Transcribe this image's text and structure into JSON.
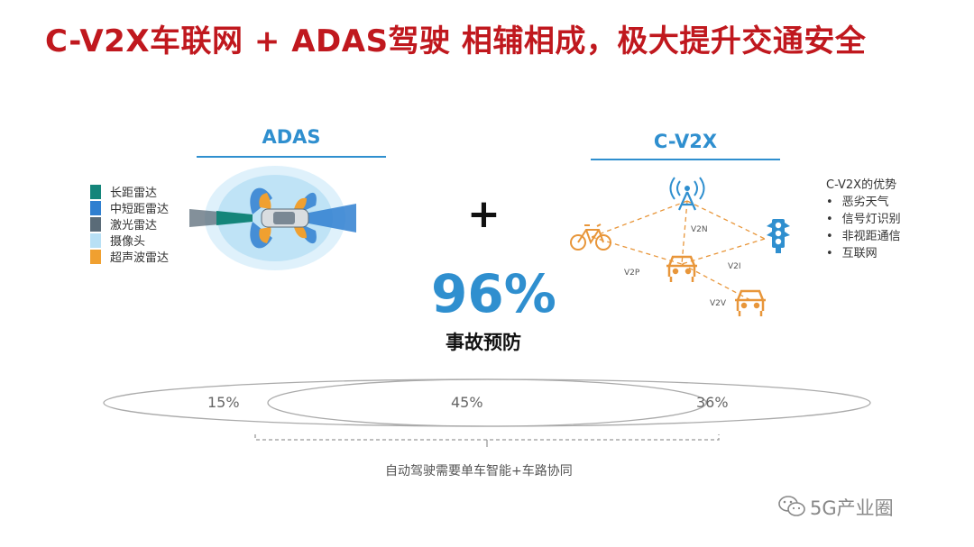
{
  "title": "C-V2X车联网 + ADAS驾驶 相辅相成，极大提升交通安全",
  "adas": {
    "heading": "ADAS",
    "legend": [
      {
        "label": "长距雷达",
        "color": "#14857a"
      },
      {
        "label": "中短距雷达",
        "color": "#2f7fd0"
      },
      {
        "label": "激光雷达",
        "color": "#5a6b78"
      },
      {
        "label": "摄像头",
        "color": "#b8e0f5"
      },
      {
        "label": "超声波雷达",
        "color": "#f0a030"
      }
    ]
  },
  "plus": "+",
  "stat": {
    "value": "96%",
    "label": "事故预防"
  },
  "cv2x": {
    "heading": "C-V2X",
    "links": [
      "V2N",
      "V2I",
      "V2P",
      "V2V"
    ],
    "advantages_title": "C-V2X的优势",
    "advantages": [
      "恶劣天气",
      "信号灯识别",
      "非视距通信",
      "互联网"
    ]
  },
  "overlap": {
    "left": "15%",
    "middle": "45%",
    "right": "36%"
  },
  "summary": "自动驾驶需要单车智能+车路协同",
  "watermark": "5G产业圈",
  "colors": {
    "title": "#c0181e",
    "accent": "#2f8fcf",
    "orange": "#e8963a"
  }
}
